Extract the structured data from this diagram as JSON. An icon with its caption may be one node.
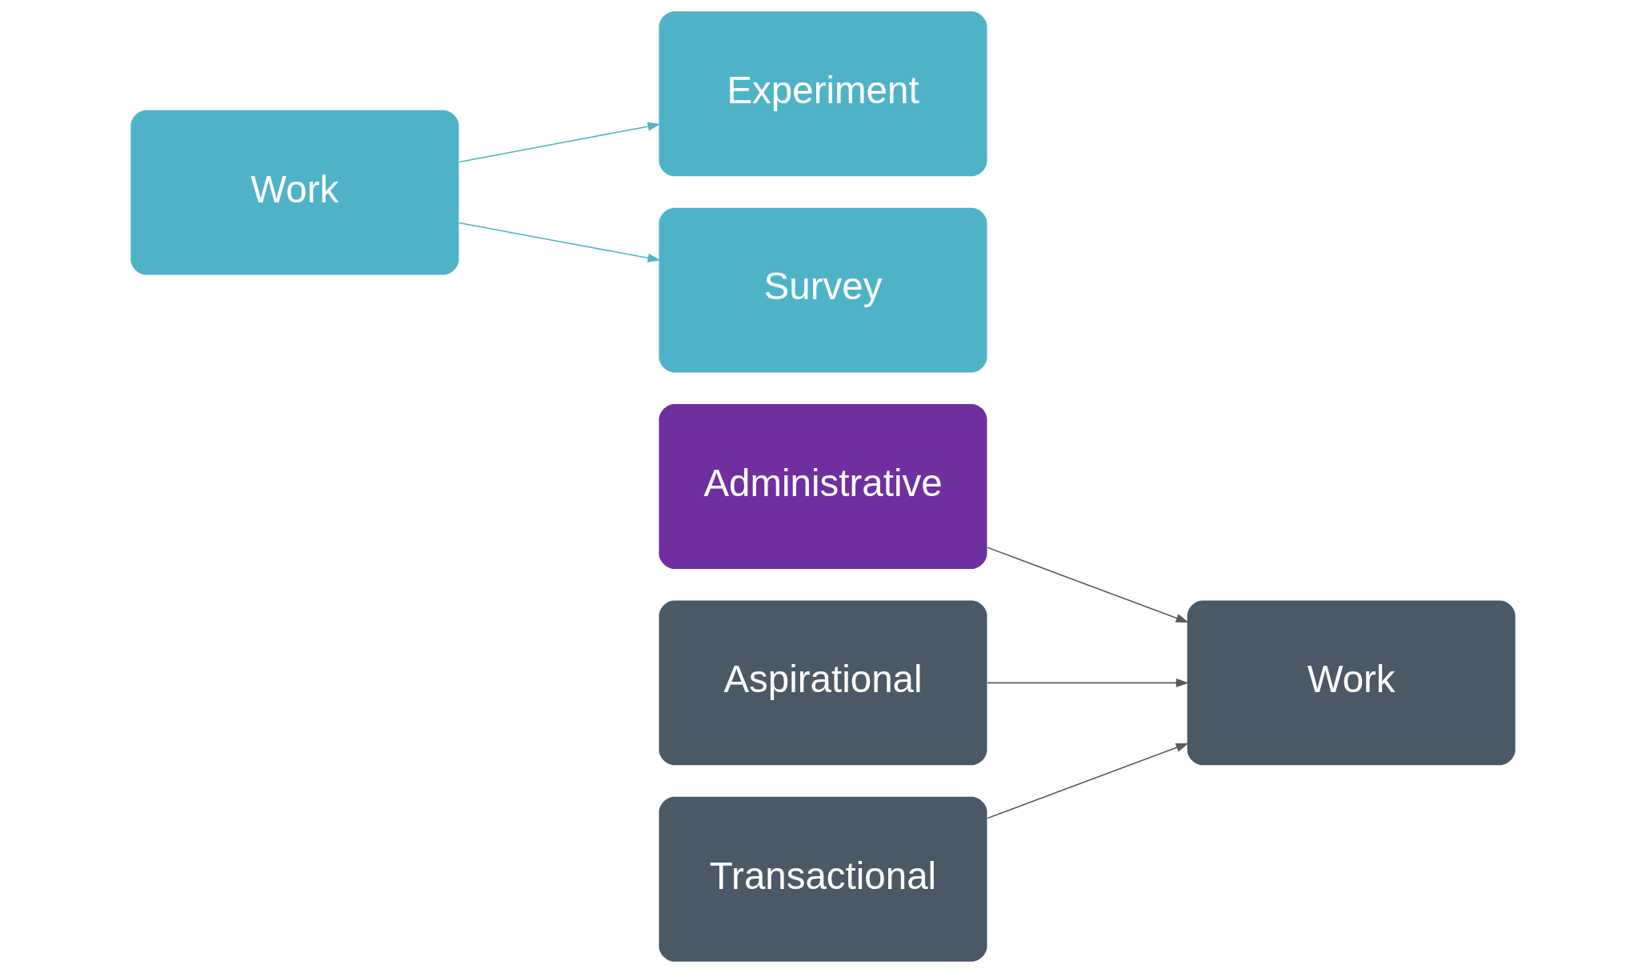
{
  "diagram": {
    "nodes": [
      {
        "text": [
          "Work"
        ]
      },
      {
        "text": [
          "Experiment"
        ]
      },
      {
        "text": [
          "Survey"
        ]
      },
      {
        "text": [
          "Administrative"
        ]
      },
      {
        "text": [
          "Aspirational"
        ]
      },
      {
        "text": [
          "Transactional"
        ]
      },
      {
        "text": [
          "Work"
        ]
      }
    ],
    "edges": [
      {
        "from": 0,
        "to": 1,
        "arrow": "to",
        "color": "#4fb3c8"
      },
      {
        "from": 0,
        "to": 2,
        "arrow": "to",
        "color": "#4fb3c8"
      },
      {
        "from": 3,
        "to": 6,
        "arrow": "to"
      },
      {
        "from": 4,
        "to": 6,
        "arrow": "to"
      },
      {
        "from": 5,
        "to": 6,
        "arrow": "to"
      }
    ]
  }
}
